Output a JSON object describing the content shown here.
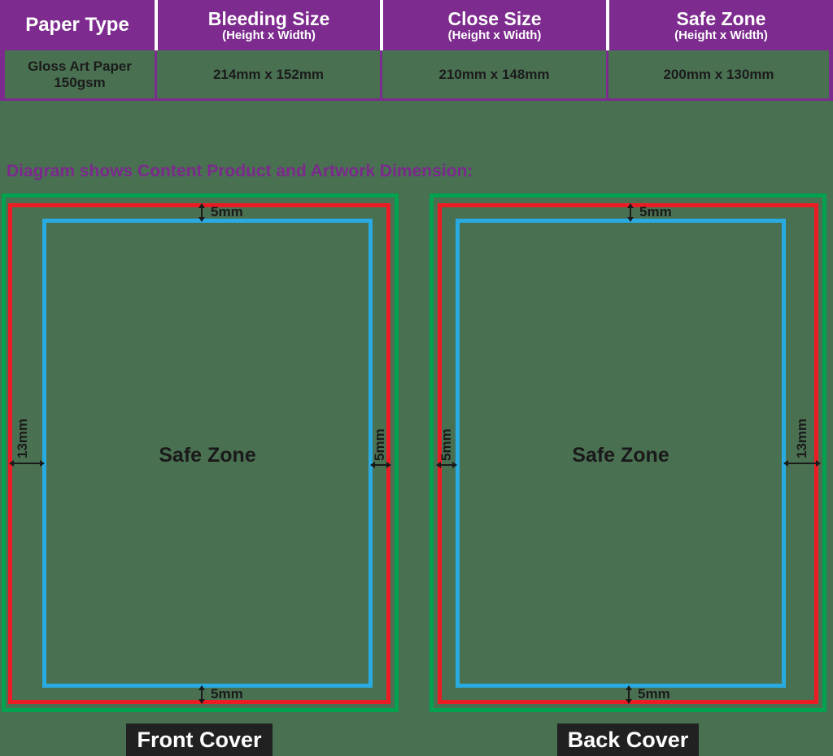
{
  "colors": {
    "background": "#4A7052",
    "purple": "#7D2B8E",
    "bleeding_line_green": "#00A24F",
    "close_line_red": "#EC1C24",
    "safe_line_blue": "#29ABE2",
    "caption_black": "#212121"
  },
  "table": {
    "header": [
      {
        "title": "Paper Type",
        "subtitle": ""
      },
      {
        "title": "Bleeding Size",
        "subtitle": "(Height x Width)"
      },
      {
        "title": "Close Size",
        "subtitle": "(Height x Width)"
      },
      {
        "title": "Safe Zone",
        "subtitle": "(Height x Width)"
      }
    ],
    "row": {
      "paper_type_line1": "Gloss Art Paper",
      "paper_type_line2": "150gsm",
      "bleeding_size": "214mm x 152mm",
      "close_size": "210mm x 148mm",
      "safe_zone": "200mm x 130mm"
    }
  },
  "heading": "Diagram shows Content Product and Artwork Dimension:",
  "diagrams": {
    "front": {
      "caption": "Front Cover",
      "center_label": "Safe Zone",
      "top_dim": "5mm",
      "bottom_dim": "5mm",
      "left_dim": "13mm",
      "right_dim": "5mm"
    },
    "back": {
      "caption": "Back Cover",
      "center_label": "Safe Zone",
      "top_dim": "5mm",
      "bottom_dim": "5mm",
      "left_dim": "5mm",
      "right_dim": "13mm"
    }
  }
}
